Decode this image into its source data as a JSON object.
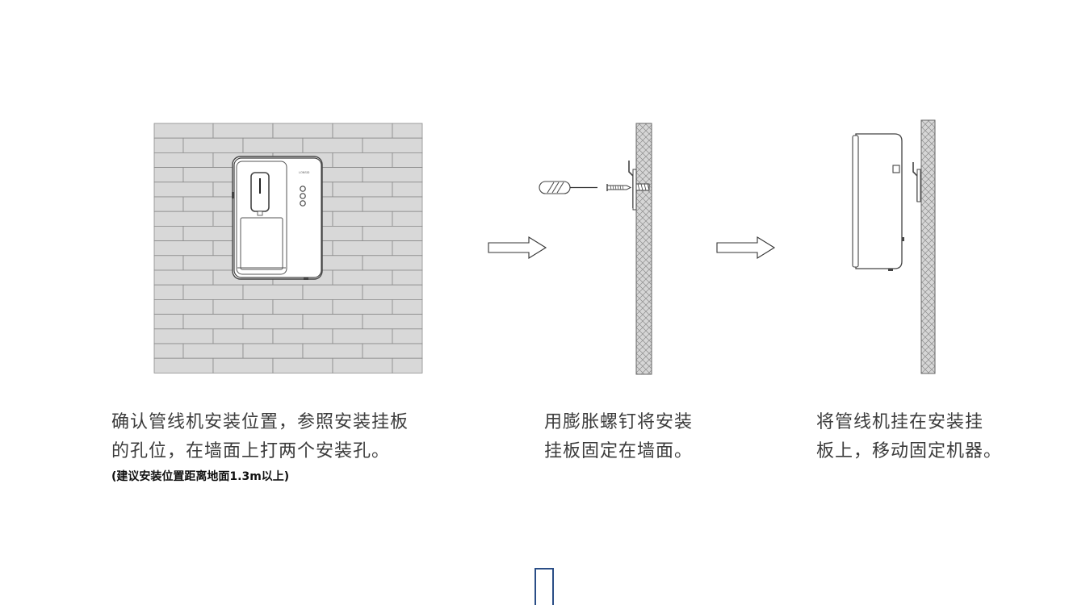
{
  "unit_brand": "LONSID",
  "steps": [
    {
      "caption_lines": [
        "确认管线机安装位置，参照安装挂板",
        "的孔位，在墙面上打两个安装孔。"
      ],
      "note": "(建议安装位置距离地面1.3m以上)"
    },
    {
      "caption_lines": [
        "用膨胀螺钉将安装",
        "挂板固定在墙面。"
      ]
    },
    {
      "caption_lines": [
        "将管线机挂在安装挂",
        "板上，移动固定机器。"
      ]
    }
  ],
  "colors": {
    "brick_fill": "#d8d8d8",
    "mortar": "#8a8a8a",
    "line": "#444444",
    "marker": "#2a4d86"
  }
}
